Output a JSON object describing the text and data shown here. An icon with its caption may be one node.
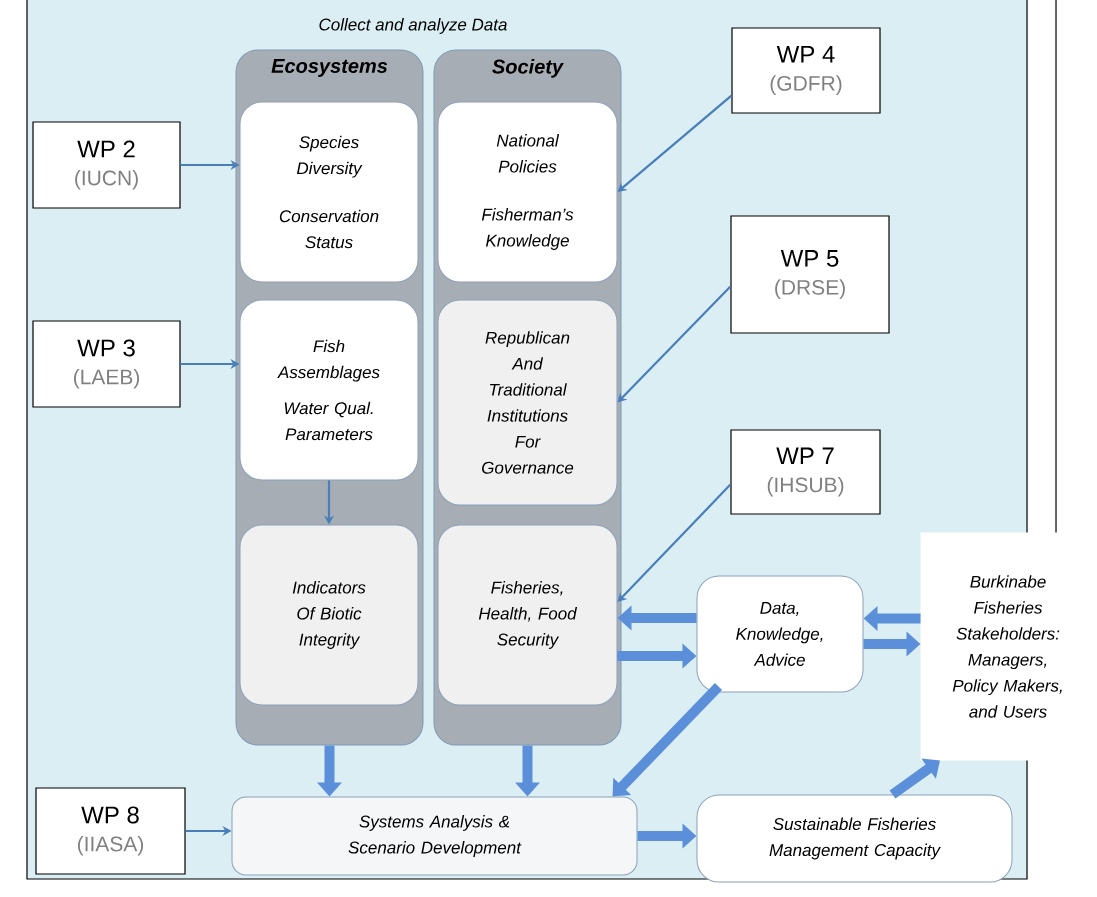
{
  "diagram": {
    "title": "Collect and analyze Data",
    "nodes": [
      {
        "text": [
          "Ecosystems"
        ]
      },
      {
        "text": [
          "Species Diversity",
          "Conservation Status"
        ],
        "in": 0
      },
      {
        "text": [
          "Fish Assemblages",
          "Water Qual. Parameters"
        ],
        "in": 0
      },
      {
        "text": [
          "Indicators Of Biotic Integrity"
        ],
        "in": 0
      },
      {
        "text": [
          "Society"
        ]
      },
      {
        "text": [
          "National Policies",
          "Fisherman’s Knowledge"
        ],
        "in": 4
      },
      {
        "text": [
          "Republican And Traditional Institutions For Governance"
        ],
        "in": 4
      },
      {
        "text": [
          "Fisheries, Health, Food Security"
        ],
        "in": 4
      },
      {
        "text": [
          "WP 2",
          "(IUCN)"
        ]
      },
      {
        "text": [
          "WP 3",
          "(LAEB)"
        ]
      },
      {
        "text": [
          "WP 4",
          "(GDFR)"
        ]
      },
      {
        "text": [
          "WP 5",
          "(DRSE)"
        ]
      },
      {
        "text": [
          "WP 7",
          "(IHSUB)"
        ]
      },
      {
        "text": [
          "WP 8",
          "(IIASA)"
        ]
      },
      {
        "text": [
          "Data, Knowledge, Advice"
        ]
      },
      {
        "text": [
          "Burkinabe Fisheries Stakeholders: Managers, Policy Makers, and Users"
        ]
      },
      {
        "text": [
          "Systems Analysis & Scenario Development"
        ]
      },
      {
        "text": [
          "Sustainable Fisheries Management Capacity"
        ]
      }
    ],
    "edges": [
      {
        "from": 8,
        "to": 1,
        "arrow": "to",
        "color": "#4a7ebb"
      },
      {
        "from": 9,
        "to": 2,
        "arrow": "to",
        "color": "#4a7ebb"
      },
      {
        "from": 10,
        "to": 5,
        "arrow": "to",
        "color": "#4a7ebb"
      },
      {
        "from": 11,
        "to": 6,
        "arrow": "to",
        "color": "#4a7ebb"
      },
      {
        "from": 12,
        "to": 7,
        "arrow": "to",
        "color": "#4a7ebb"
      },
      {
        "from": 2,
        "to": 3,
        "arrow": "to",
        "color": "#4a7ebb"
      },
      {
        "from": 14,
        "to": 7,
        "arrow": "to"
      },
      {
        "from": 7,
        "to": 14,
        "arrow": "to"
      },
      {
        "from": 15,
        "to": 14,
        "arrow": "to"
      },
      {
        "from": 14,
        "to": 15,
        "arrow": "to"
      },
      {
        "from": 14,
        "to": 16,
        "arrow": "to"
      },
      {
        "from": 0,
        "to": 16,
        "arrow": "to"
      },
      {
        "from": 4,
        "to": 16,
        "arrow": "to"
      },
      {
        "from": 13,
        "to": 16,
        "arrow": "to",
        "color": "#4a7ebb"
      },
      {
        "from": 16,
        "to": 17,
        "arrow": "to"
      },
      {
        "from": 17,
        "to": 15,
        "arrow": "to"
      }
    ]
  }
}
